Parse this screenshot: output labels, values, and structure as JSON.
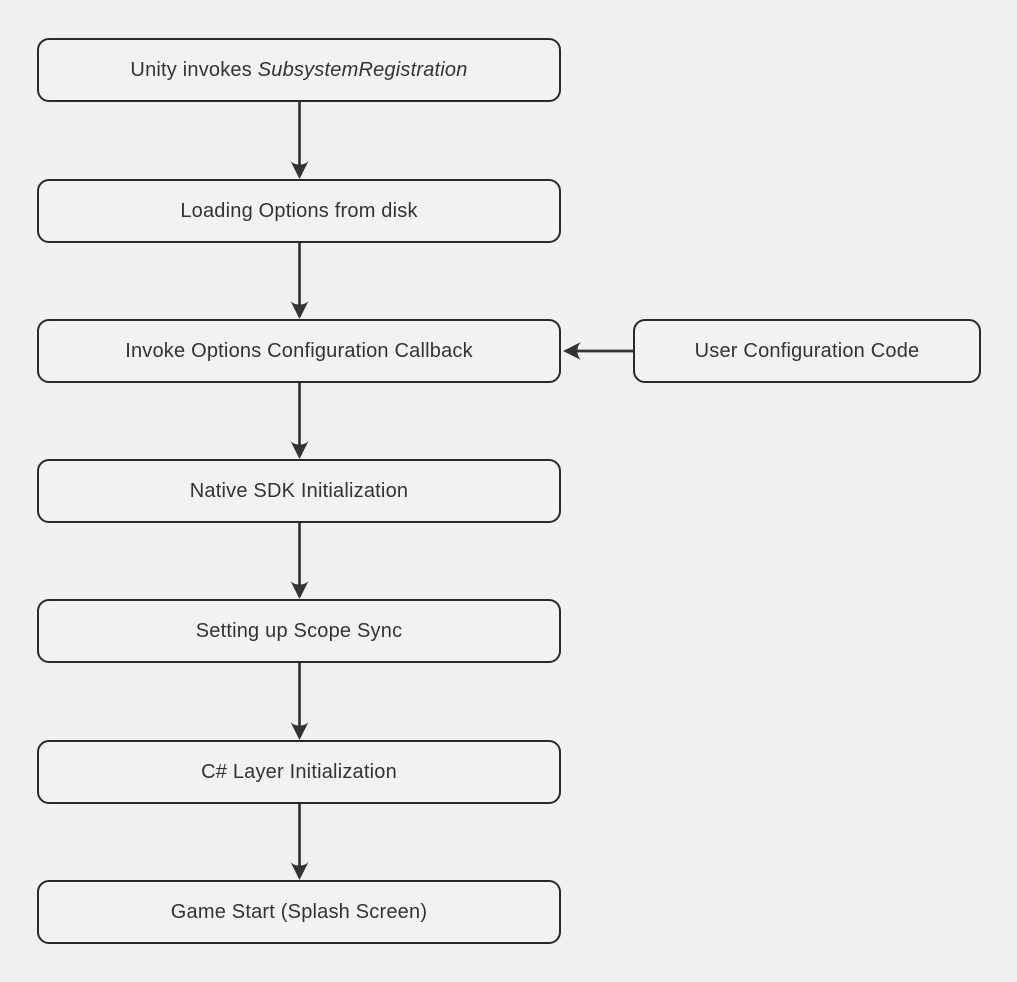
{
  "diagram": {
    "type": "flowchart",
    "direction": "top-down",
    "colors": {
      "canvas-bg": "#f0f0f0",
      "node-bg": "#f2f2f2",
      "node-border": "#2a2a2a",
      "text": "#333333",
      "arrow": "#333333"
    },
    "nodes": {
      "unity_invokes": {
        "text": "Unity invokes ",
        "emphasis": "SubsystemRegistration"
      },
      "loading_options": {
        "label": "Loading Options from disk"
      },
      "invoke_options_callback": {
        "label": "Invoke Options Configuration Callback"
      },
      "user_configuration_code": {
        "label": "User Configuration Code"
      },
      "native_sdk_init": {
        "label": "Native SDK Initialization"
      },
      "scope_sync": {
        "label": "Setting up Scope Sync"
      },
      "csharp_layer_init": {
        "label": "C# Layer Initialization"
      },
      "game_start": {
        "label": "Game Start (Splash Screen)"
      }
    },
    "edges": [
      {
        "from": "unity_invokes",
        "to": "loading_options"
      },
      {
        "from": "loading_options",
        "to": "invoke_options_callback"
      },
      {
        "from": "user_configuration_code",
        "to": "invoke_options_callback"
      },
      {
        "from": "invoke_options_callback",
        "to": "native_sdk_init"
      },
      {
        "from": "native_sdk_init",
        "to": "scope_sync"
      },
      {
        "from": "scope_sync",
        "to": "csharp_layer_init"
      },
      {
        "from": "csharp_layer_init",
        "to": "game_start"
      }
    ]
  }
}
